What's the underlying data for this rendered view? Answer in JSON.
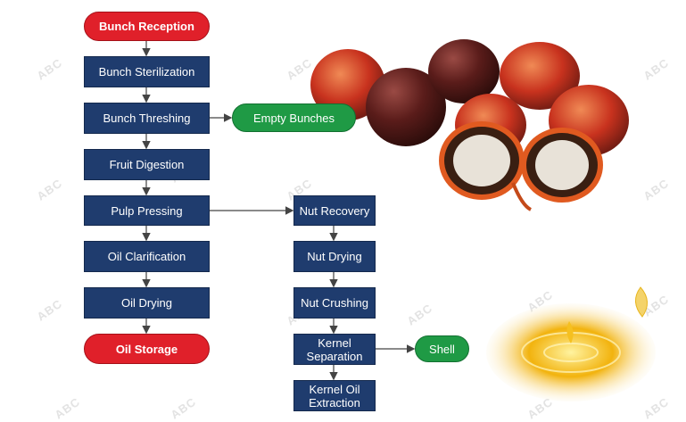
{
  "colors": {
    "main_box": "#1f3c6e",
    "terminal": "#e0202a",
    "byproduct": "#1f9a45",
    "arrow": "#444444"
  },
  "watermark": "ABC",
  "main_flow": {
    "start": "Bunch Reception",
    "steps": [
      "Bunch Sterilization",
      "Bunch Threshing",
      "Fruit Digestion",
      "Pulp Pressing",
      "Oil Clarification",
      "Oil Drying"
    ],
    "end": "Oil Storage"
  },
  "byproducts": {
    "empty_bunches": "Empty Bunches",
    "shell": "Shell"
  },
  "nut_flow": {
    "steps": [
      "Nut Recovery",
      "Nut Drying",
      "Nut Crushing"
    ],
    "kernel_separation": [
      "Kernel",
      "Separation"
    ],
    "kernel_oil_extraction": [
      "Kernel Oil",
      "Extraction"
    ]
  }
}
